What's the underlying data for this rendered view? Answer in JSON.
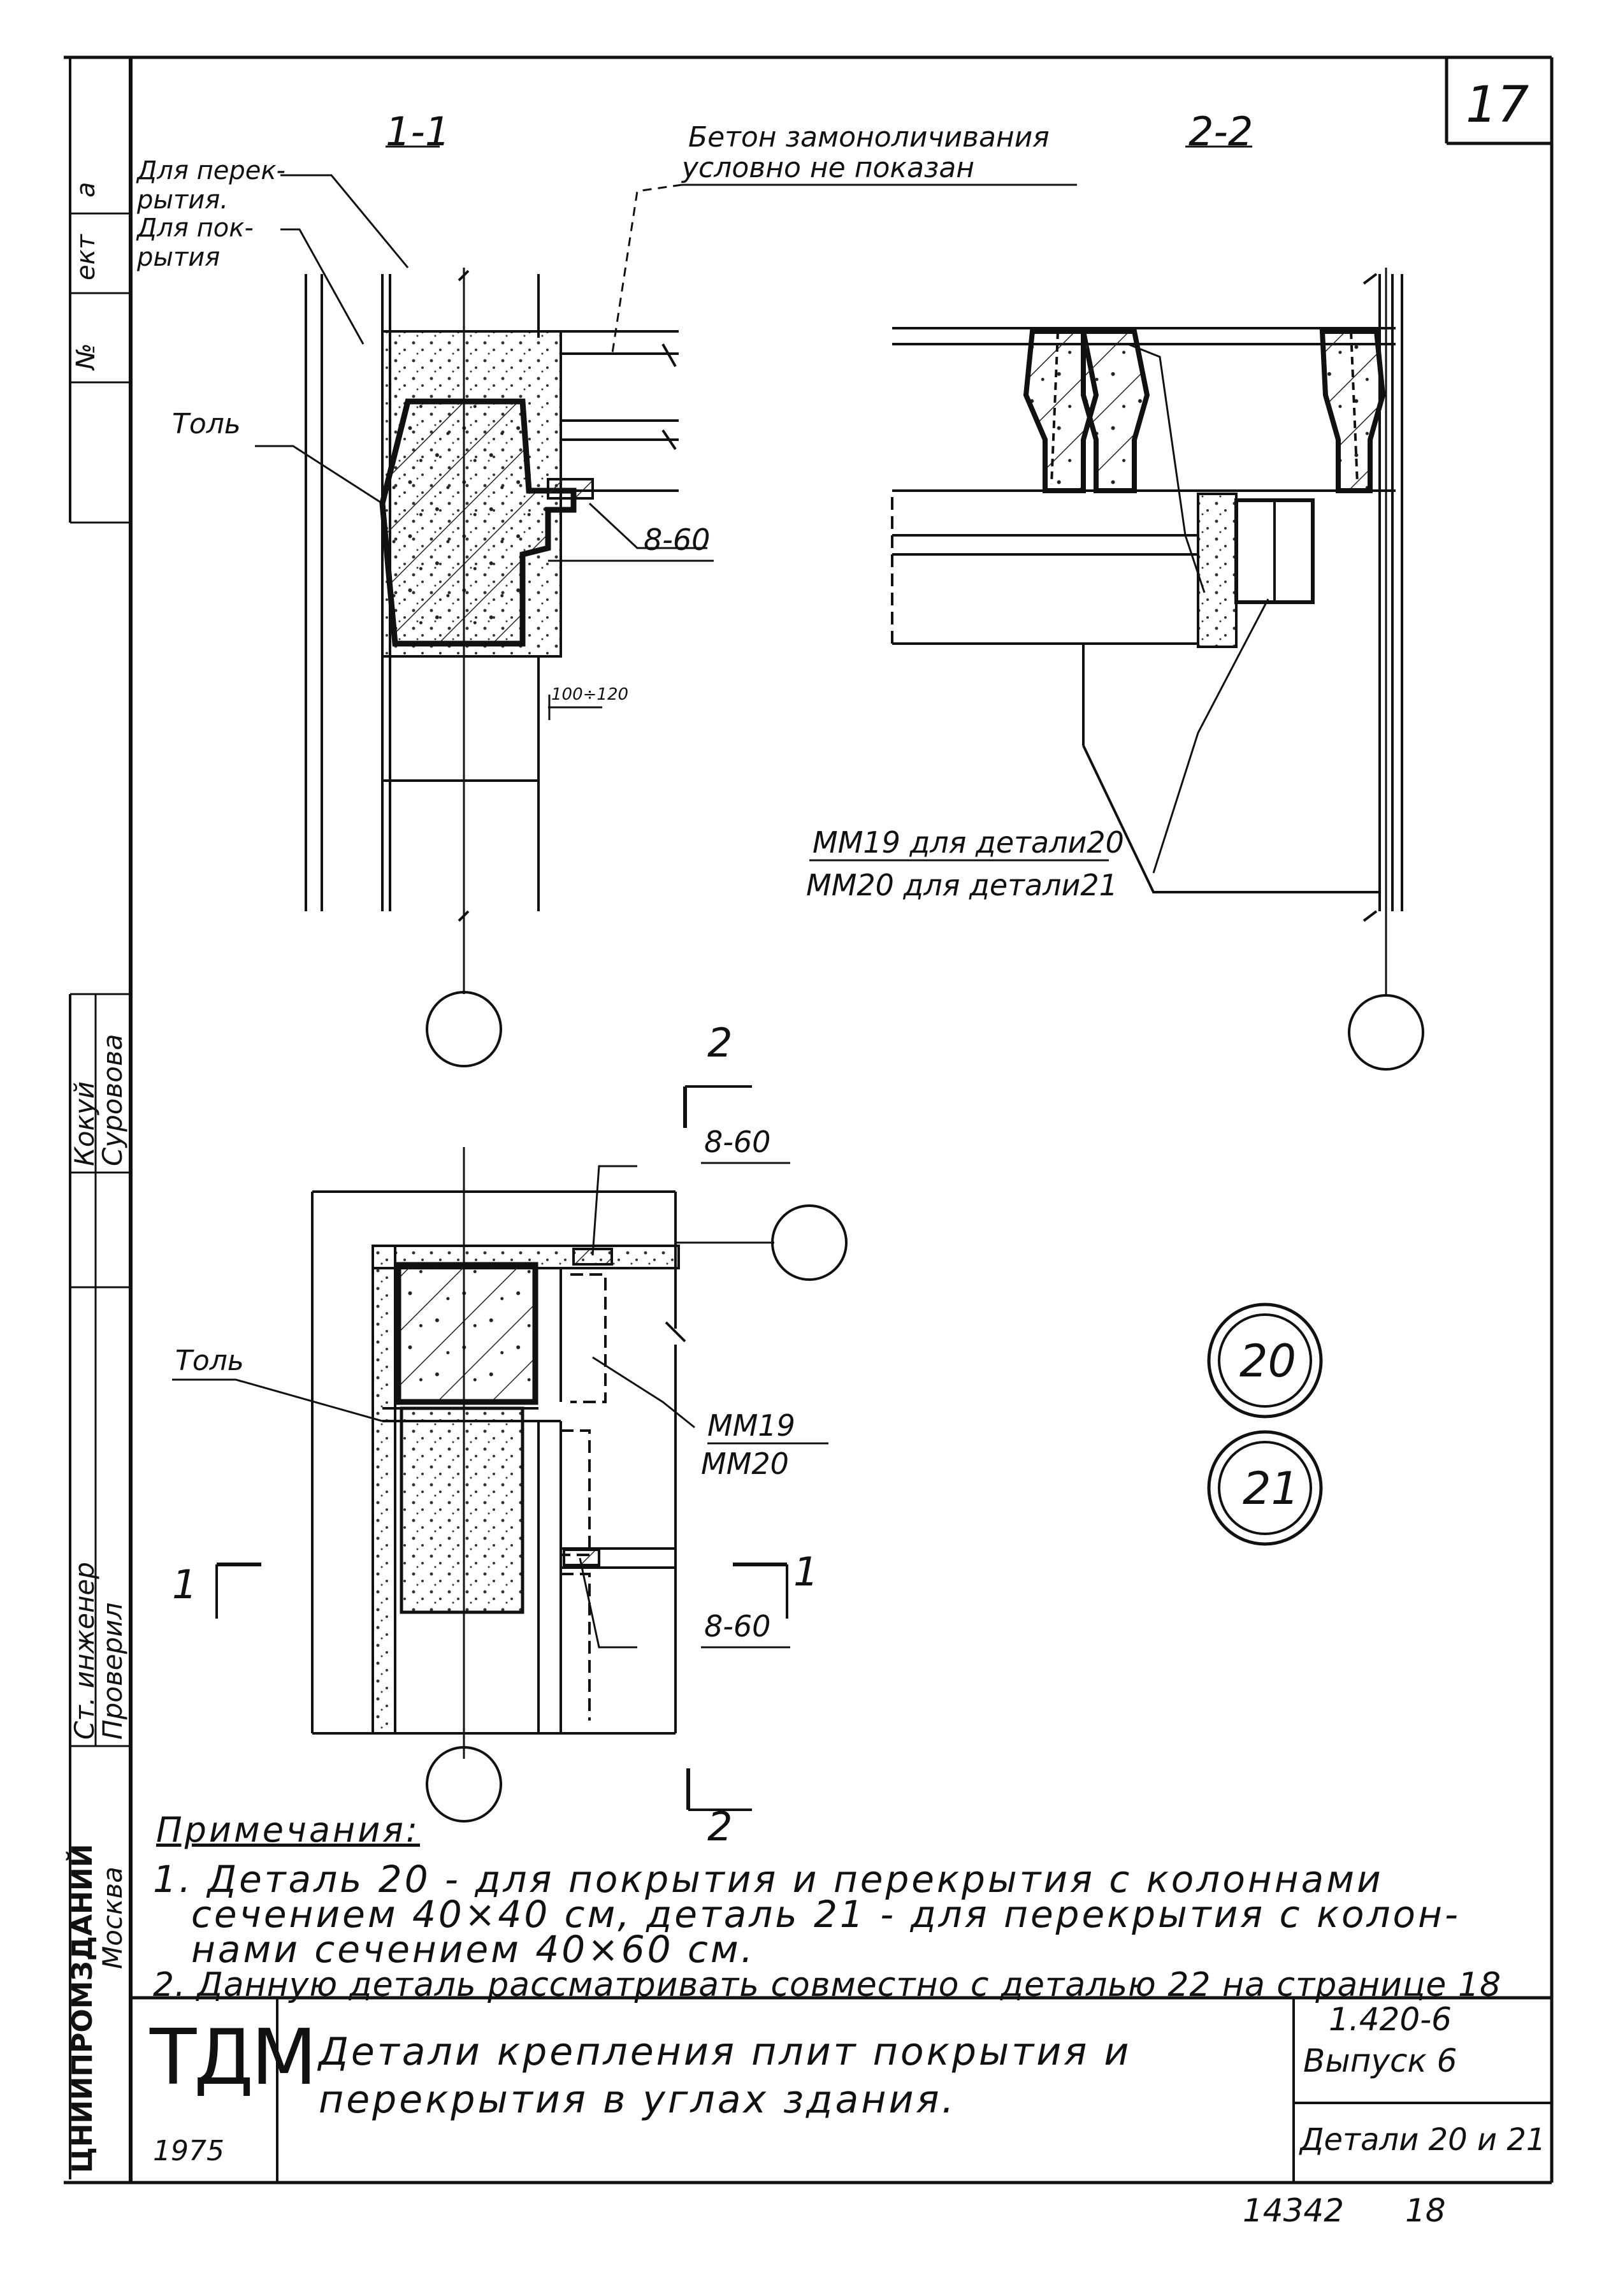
{
  "sheet": {
    "page_number": "17",
    "bottom_code": "14342",
    "bottom_page": "18"
  },
  "section_1_1": {
    "title": "1-1",
    "label_floor": "Для перек-\nрытия.",
    "label_roof": "Для пок-\nрытия",
    "label_tol": "Толь",
    "weld_label": "8-60",
    "dim_label": "100÷120"
  },
  "section_2_2": {
    "title": "2-2",
    "concrete_note_line1": "Бетон замоноличивания",
    "concrete_note_line2": "условно не показан",
    "embed_label_line1": "ММ19 для детали20",
    "embed_label_line2": "ММ20 для детали21"
  },
  "plan": {
    "cut_top": "2",
    "cut_bottom": "2",
    "cut_left": "1",
    "cut_right": "1",
    "weld_top": "8-60",
    "weld_bottom": "8-60",
    "label_tol": "Толь",
    "embed_line1": "ММ19",
    "embed_line2": "ММ20"
  },
  "details": {
    "detail_a": "20",
    "detail_b": "21"
  },
  "notes": {
    "heading": "Примечания:",
    "line1": "1. Деталь 20 - для покрытия и перекрытия с колоннами",
    "line2": "сечением 40×40 см, деталь 21 - для перекрытия с колон-",
    "line3": "нами сечением 40×60 см.",
    "line4": "2. Данную деталь рассматривать совместно с деталью 22 на странице 18"
  },
  "title_block": {
    "logo": "ТДМ",
    "year": "1975",
    "title_line1": "Детали крепления плит покрытия и",
    "title_line2": "перекрытия в углах здания.",
    "series": "1.420-6",
    "issue": "Выпуск 6",
    "details": "Детали 20 и 21"
  },
  "left_strip": {
    "role_1": "Ст. инженер",
    "role_2": "Проверил",
    "name_1": "Кокуй",
    "name_2": "Суровова",
    "org": "ЦНИИПРОМЗДАНИЙ",
    "city": "Москва",
    "stamp_a": "а",
    "stamp_b": "ект",
    "stamp_c": "№"
  }
}
